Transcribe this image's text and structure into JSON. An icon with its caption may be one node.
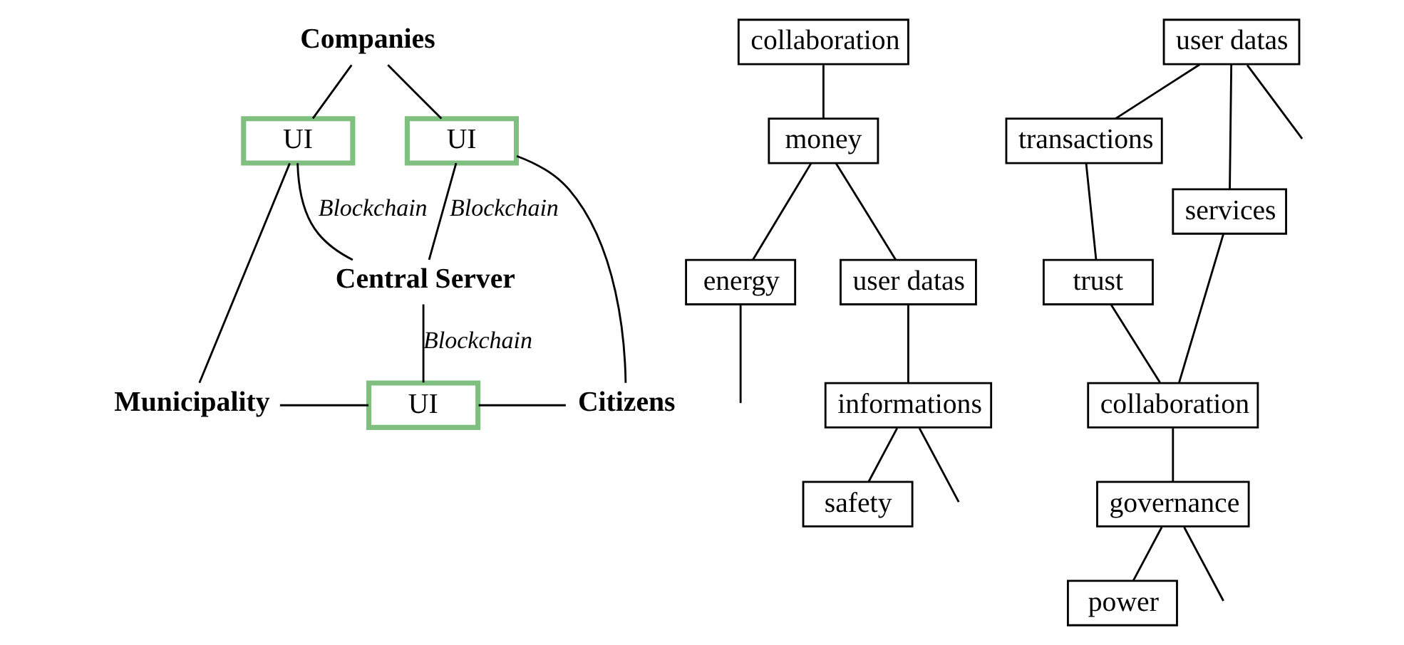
{
  "diagram": {
    "nodes": [
      {
        "text": [
          "Companies"
        ]
      },
      {
        "text": [
          "Municipality"
        ]
      },
      {
        "text": [
          "Citizens"
        ]
      },
      {
        "text": [
          "UI"
        ]
      },
      {
        "text": [
          "UI"
        ]
      },
      {
        "text": [
          "UI"
        ]
      },
      {
        "text": [
          "Central Server"
        ]
      },
      {
        "text": [
          "collaboration"
        ]
      },
      {
        "text": [
          "energy"
        ]
      },
      {
        "text": [
          "money"
        ]
      },
      {
        "text": [
          "user datas"
        ]
      },
      {
        "text": [
          "informations"
        ]
      },
      {
        "text": [
          "safety"
        ]
      },
      {
        "text": [
          "user datas"
        ]
      },
      {
        "text": [
          "transactions"
        ]
      },
      {
        "text": [
          "services"
        ]
      },
      {
        "text": [
          "trust"
        ]
      },
      {
        "text": [
          "collaboration"
        ]
      },
      {
        "text": [
          "governance"
        ]
      },
      {
        "text": [
          "power"
        ]
      }
    ],
    "edges": [
      {
        "from": 0,
        "to": 3,
        "arrow": "none"
      },
      {
        "from": 3,
        "to": 1,
        "arrow": "none"
      },
      {
        "from": 0,
        "to": 4,
        "arrow": "none"
      },
      {
        "from": 4,
        "to": 2,
        "arrow": "none"
      },
      {
        "from": 1,
        "to": 5,
        "arrow": "none"
      },
      {
        "from": 5,
        "to": 2,
        "arrow": "none"
      },
      {
        "from": 3,
        "to": 6,
        "arrow": "none",
        "label": "Blockchain"
      },
      {
        "from": 4,
        "to": 6,
        "arrow": "none",
        "label": "Blockchain"
      },
      {
        "from": 6,
        "to": 5,
        "arrow": "none",
        "label": "Blockchain"
      },
      {
        "from": 8,
        "to": null,
        "arrow": "none"
      },
      {
        "from": 9,
        "to": 8,
        "arrow": "none"
      },
      {
        "from": 7,
        "to": 9,
        "arrow": "none"
      },
      {
        "from": 9,
        "to": 10,
        "arrow": "none"
      },
      {
        "from": 10,
        "to": 11,
        "arrow": "none"
      },
      {
        "from": 11,
        "to": 12,
        "arrow": "none"
      },
      {
        "from": 11,
        "to": null,
        "arrow": "none"
      },
      {
        "from": 13,
        "to": null,
        "arrow": "none"
      },
      {
        "from": 13,
        "to": 14,
        "arrow": "none"
      },
      {
        "from": 13,
        "to": 15,
        "arrow": "none"
      },
      {
        "from": 14,
        "to": 16,
        "arrow": "none"
      },
      {
        "from": 16,
        "to": 17,
        "arrow": "none"
      },
      {
        "from": 15,
        "to": 17,
        "arrow": "none"
      },
      {
        "from": 17,
        "to": 18,
        "arrow": "none"
      },
      {
        "from": 18,
        "to": null,
        "arrow": "none"
      },
      {
        "from": 18,
        "to": 19,
        "arrow": "none"
      }
    ]
  }
}
